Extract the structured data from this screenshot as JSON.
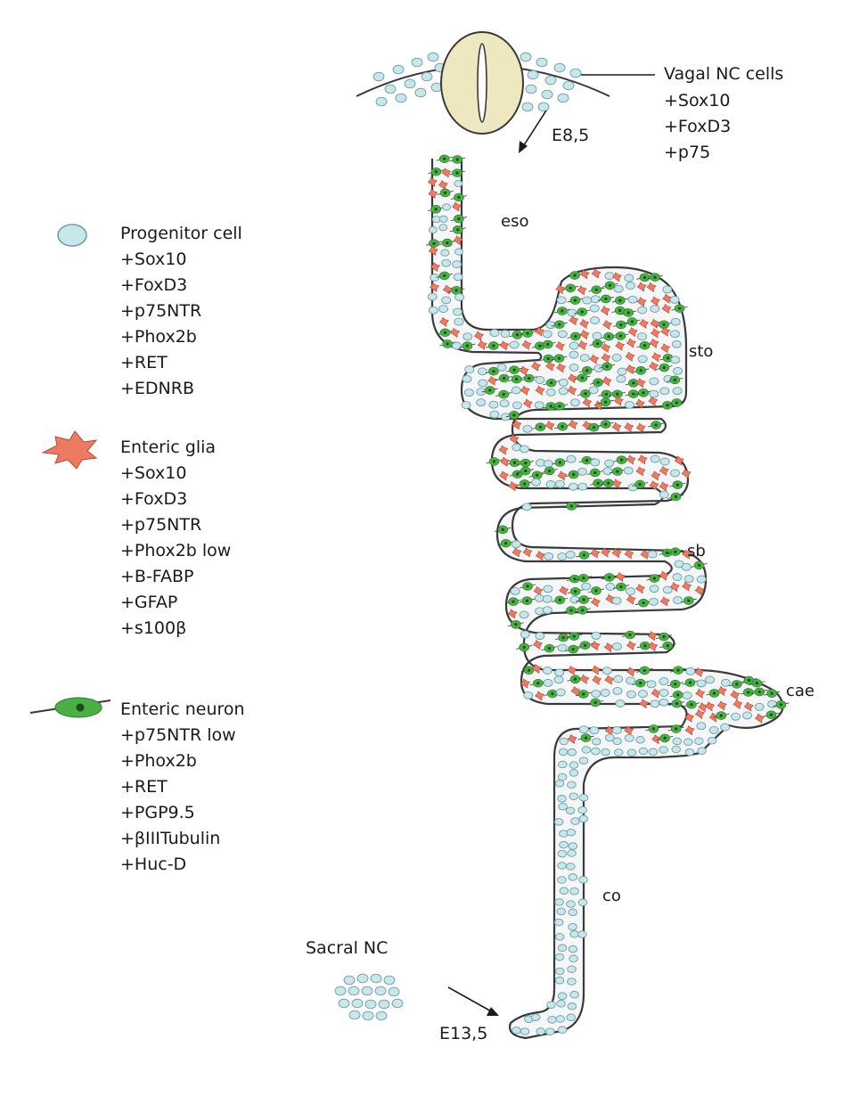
{
  "vagal": {
    "title": "Vagal NC cells",
    "markers": [
      "+Sox10",
      "+FoxD3",
      "+p75"
    ],
    "stage": "E8,5"
  },
  "legend": [
    {
      "icon": "progenitor-cell-icon",
      "title": "Progenitor cell",
      "markers": [
        "+Sox10",
        "+FoxD3",
        "+p75NTR",
        "+Phox2b",
        "+RET",
        "+EDNRB"
      ]
    },
    {
      "icon": "enteric-glia-icon",
      "title": "Enteric glia",
      "markers": [
        "+Sox10",
        "+FoxD3",
        "+p75NTR",
        "+Phox2b low",
        "+B-FABP",
        "+GFAP",
        "+s100β"
      ]
    },
    {
      "icon": "enteric-neuron-icon",
      "title": "Enteric neuron",
      "markers": [
        "+p75NTR low",
        "+Phox2b",
        "+RET",
        "+PGP9.5",
        "+βIIITubulin",
        "+Huc-D"
      ]
    }
  ],
  "gut_labels": {
    "eso": "eso",
    "sto": "sto",
    "sb": "sb",
    "cae": "cae",
    "co": "co"
  },
  "sacral": {
    "title": "Sacral NC",
    "stage": "E13,5"
  },
  "colors": {
    "progenitor_fill": "#c9e6ea",
    "progenitor_stroke": "#6e9fa6",
    "glia_fill": "#ee7a62",
    "neuron_fill": "#49b043",
    "neural_tube_fill": "#ede8c0",
    "outline": "#3a3a3a"
  }
}
